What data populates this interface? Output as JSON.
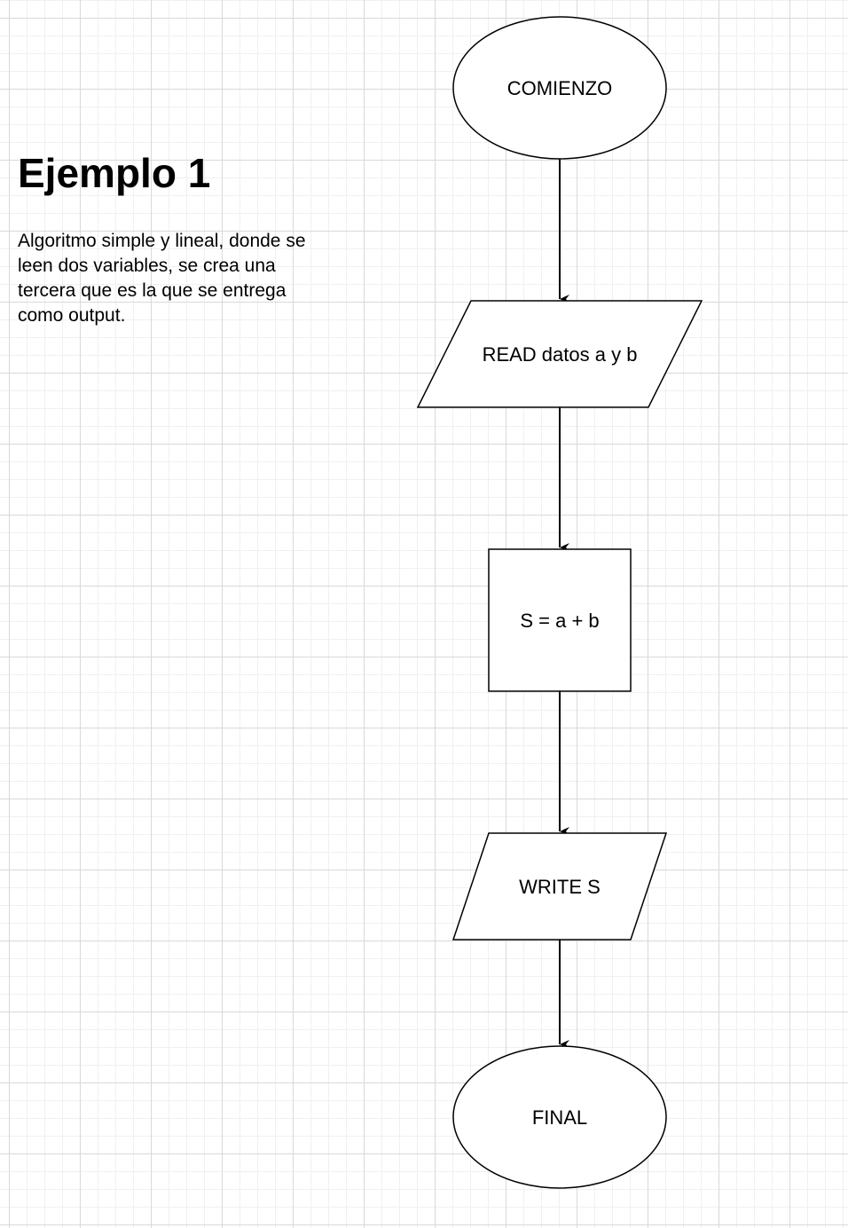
{
  "title": "Ejemplo 1",
  "description": "Algoritmo simple y lineal, donde se leen dos variables, se crea una tercera que es la que se entrega como output.",
  "flowchart": {
    "start_label": "COMIENZO",
    "read_label": "READ datos a y b",
    "process_label": "S = a + b",
    "write_label": "WRITE S",
    "end_label": "FINAL"
  },
  "colors": {
    "stroke": "#000000",
    "fill": "#ffffff",
    "grid": "#d9d9d9"
  }
}
